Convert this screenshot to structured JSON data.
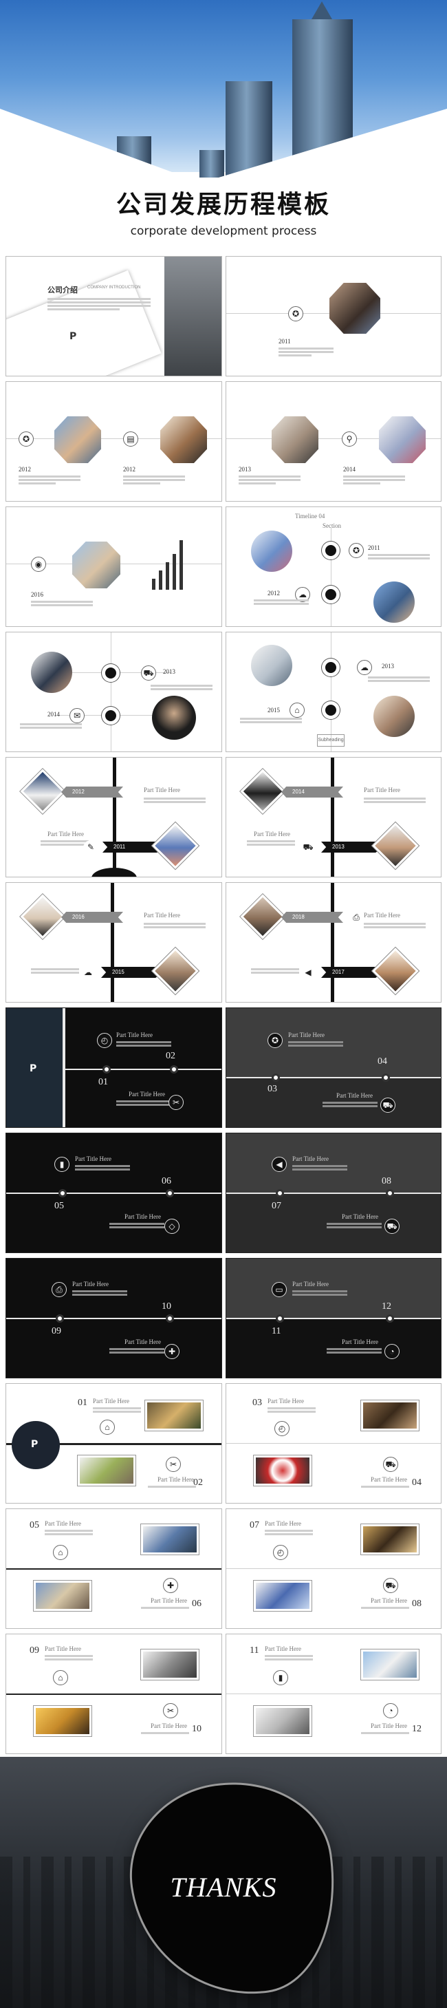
{
  "cover": {
    "title": "公司发展历程模板",
    "subtitle": "corporate development process"
  },
  "intro": {
    "title": "公司介绍",
    "title_en": "COMPANY INTRODUCTION",
    "logo": "P"
  },
  "timeline_headers": {
    "timeline": "Timeline 04",
    "section": "Section"
  },
  "years": {
    "y2011": "2011",
    "y2012": "2012",
    "y2013": "2013",
    "y2014": "2014",
    "y2015": "2015",
    "y2016": "2016",
    "y2017": "2017",
    "y2018": "2018"
  },
  "item_title": "Part Title Here",
  "button_text": "Subheading",
  "numbers": [
    "01",
    "02",
    "03",
    "04",
    "05",
    "06",
    "07",
    "08",
    "09",
    "10",
    "11",
    "12"
  ],
  "thanks": "THANKS",
  "icons": {
    "trophy": "trophy-icon",
    "book": "book-icon",
    "pin": "location-pin-icon",
    "cart": "cart-icon",
    "cloud": "cloud-icon",
    "bank": "bank-icon",
    "mail": "mail-icon",
    "truck": "truck-icon",
    "print": "printer-icon",
    "speaker": "speaker-icon",
    "gift": "gift-icon",
    "clock": "clock-icon"
  },
  "colors": {
    "dark": "#0e0e0e",
    "grey": "#3e3e3e",
    "line": "#444444",
    "cover_sky": "#2f6fc0"
  }
}
